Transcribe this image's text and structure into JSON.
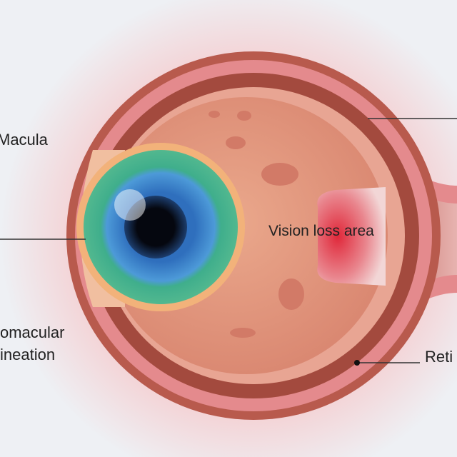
{
  "labels": {
    "macula": "Macula",
    "papillomacular_1": "omacular",
    "papillomacular_2": "ineation",
    "vision_loss": "Vision loss area",
    "retina": "Reti"
  },
  "colors": {
    "background": "#eef0f4",
    "glow": "#f7c9cb",
    "sclera": "#e48a8d",
    "choroid": "#a34a3e",
    "globe": "#e9a489",
    "lesion": "#e0313d",
    "iris_green": "#3fae8c",
    "iris_blue": "#4a8fd6",
    "pupil": "#0a0f1e"
  }
}
